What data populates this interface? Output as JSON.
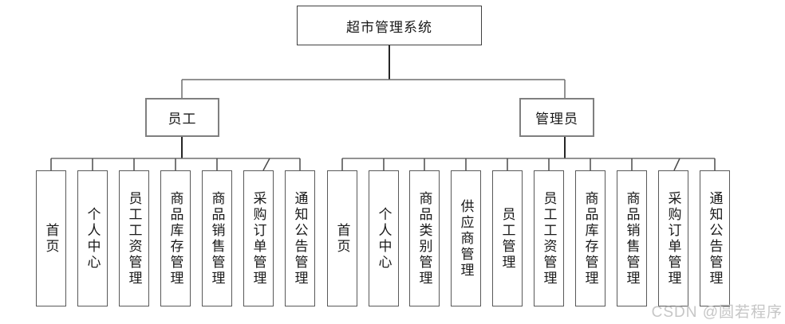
{
  "diagram": {
    "root": {
      "label": "超市管理系统"
    },
    "branches": [
      {
        "label": "员工",
        "children": [
          {
            "label": "首页"
          },
          {
            "label": "个人中心"
          },
          {
            "label": "员工工资管理"
          },
          {
            "label": "商品库存管理"
          },
          {
            "label": "商品销售管理"
          },
          {
            "label": "采购订单管理"
          },
          {
            "label": "通知公告管理"
          }
        ]
      },
      {
        "label": "管理员",
        "children": [
          {
            "label": "首页"
          },
          {
            "label": "个人中心"
          },
          {
            "label": "商品类别管理"
          },
          {
            "label": "供应商管理"
          },
          {
            "label": "员工管理"
          },
          {
            "label": "员工工资管理"
          },
          {
            "label": "商品库存管理"
          },
          {
            "label": "商品销售管理"
          },
          {
            "label": "采购订单管理"
          },
          {
            "label": "通知公告管理"
          }
        ]
      }
    ],
    "line_color": "#4a4a4a",
    "trunk_color": "#262626"
  },
  "watermark": {
    "text": "CSDN @圆若程序",
    "color": "#c6c6c6"
  }
}
